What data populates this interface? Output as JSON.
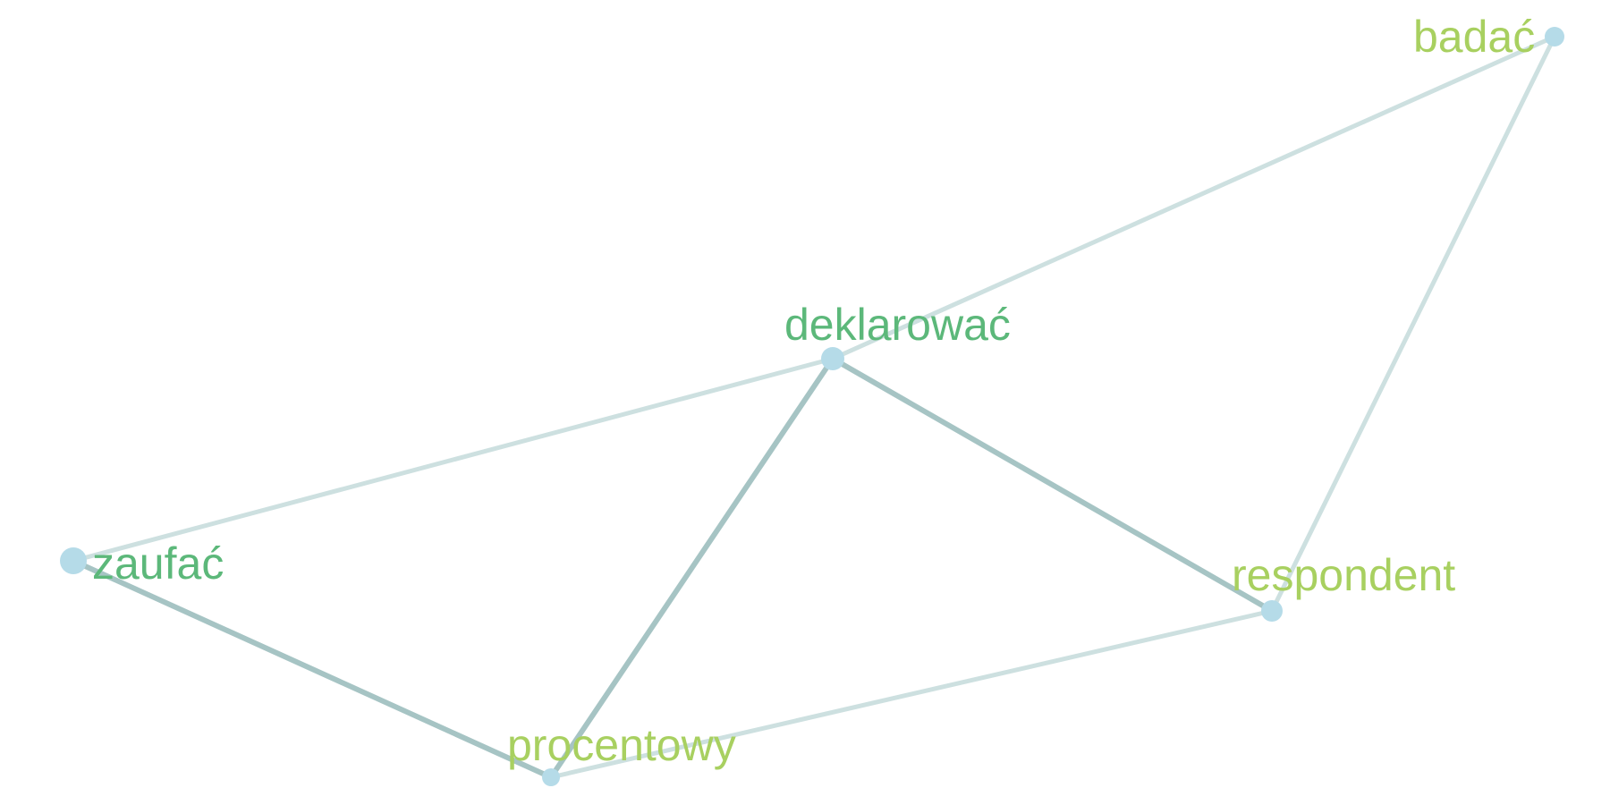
{
  "graph": {
    "nodes": [
      {
        "id": "deklarowac",
        "label": "deklarować",
        "color": "#5cb87a",
        "node_color": "#b5dbe8"
      },
      {
        "id": "badac",
        "label": "badać",
        "color": "#a8d060",
        "node_color": "#b5dbe8"
      },
      {
        "id": "zaufac",
        "label": "zaufać",
        "color": "#5cb87a",
        "node_color": "#b5dbe8"
      },
      {
        "id": "respondent",
        "label": "respondent",
        "color": "#a8d060",
        "node_color": "#b5dbe8"
      },
      {
        "id": "procentowy",
        "label": "procentowy",
        "color": "#a8d060",
        "node_color": "#b5dbe8"
      }
    ],
    "edges": [
      {
        "source": "deklarowac",
        "target": "badac",
        "strength": "weak"
      },
      {
        "source": "badac",
        "target": "respondent",
        "strength": "weak"
      },
      {
        "source": "deklarowac",
        "target": "zaufac",
        "strength": "weak"
      },
      {
        "source": "deklarowac",
        "target": "procentowy",
        "strength": "strong"
      },
      {
        "source": "deklarowac",
        "target": "respondent",
        "strength": "strong"
      },
      {
        "source": "zaufac",
        "target": "procentowy",
        "strength": "strong"
      },
      {
        "source": "procentowy",
        "target": "respondent",
        "strength": "weak"
      }
    ],
    "edge_colors": {
      "weak": "#cde0e0",
      "strong": "#a6c4c4"
    }
  }
}
